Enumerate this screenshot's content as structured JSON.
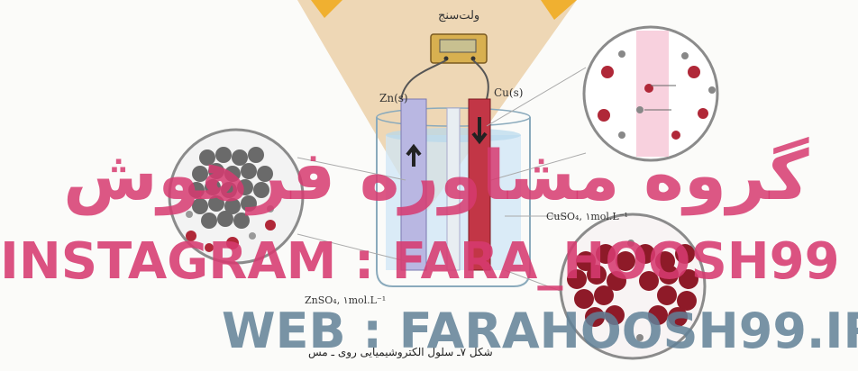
{
  "labels": {
    "voltmeter": "ولت‌سنج",
    "zn_electrode": "Zn(s)",
    "cu_electrode": "Cu(s)",
    "cuso4": "CuSO₄, ۱mol.L⁻¹",
    "znso4": "ZnSO₄, ۱mol.L⁻¹",
    "caption": "شکل ۷ـ سلول الکتروشیمیایی روی ـ مس"
  },
  "watermarks": {
    "persian": "گروه مشاوره فرهوش",
    "instagram": "INSTAGRAM : FARA_HOOSH99",
    "web": "WEB : FARAHOOSH99.IR"
  },
  "colors": {
    "watermark_pink": "#d63a70",
    "watermark_gray": "#6080a0",
    "cone": "#e8c9a0",
    "zn_rod": "#b8b8e0",
    "cu_rod": "#c03040",
    "solution_blue": "#c8e4f4",
    "atom_red": "#a02030",
    "atom_gray": "#707070"
  }
}
